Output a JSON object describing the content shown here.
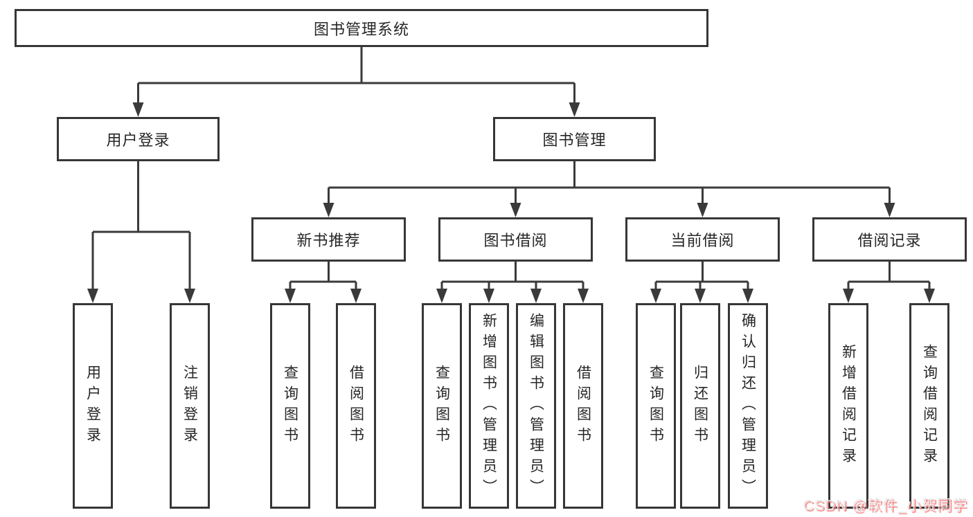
{
  "diagram": {
    "root": {
      "label": "图书管理系统"
    },
    "level1": [
      {
        "label": "用户登录"
      },
      {
        "label": "图书管理"
      }
    ],
    "level2": [
      {
        "label": "新书推荐"
      },
      {
        "label": "图书借阅"
      },
      {
        "label": "当前借阅"
      },
      {
        "label": "借阅记录"
      }
    ],
    "leaves": {
      "login": [
        {
          "label": "用户登录"
        },
        {
          "label": "注销登录"
        }
      ],
      "recommend": [
        {
          "label": "查询图书"
        },
        {
          "label": "借阅图书"
        }
      ],
      "borrow": [
        {
          "label": "查询图书"
        },
        {
          "label": "新增图书（管理员）"
        },
        {
          "label": "编辑图书（管理员）"
        },
        {
          "label": "借阅图书"
        }
      ],
      "current": [
        {
          "label": "查询图书"
        },
        {
          "label": "归还图书"
        },
        {
          "label": "确认归还（管理员）"
        }
      ],
      "records": [
        {
          "label": "新增借阅记录"
        },
        {
          "label": "查询借阅记录"
        }
      ]
    },
    "colors": {
      "line": "#3a3a3a",
      "box_border": "#363636",
      "text": "#262626",
      "bg": "#ffffff"
    }
  },
  "watermark": {
    "text": "CSDN @软件_小贺同学",
    "color": "#e6e6e6",
    "shadow_color": "#fb7a7a"
  }
}
